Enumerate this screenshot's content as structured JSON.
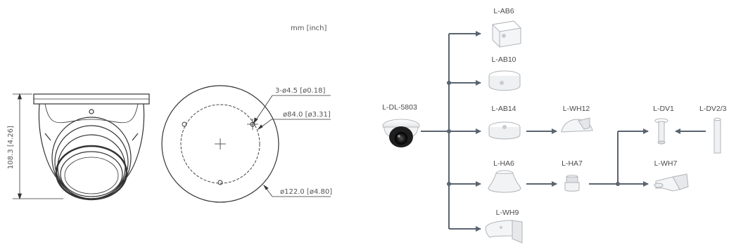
{
  "units_label": "mm [inch]",
  "dimensions": {
    "height": "108.3 [4.26]",
    "holes": "3-ø4.5 [ø0.18]",
    "bolt_circle": "ø84.0 [ø3.31]",
    "outer_diameter": "ø122.0 [ø4.80]"
  },
  "accessories": {
    "camera": "L-DL-5803",
    "ab6": "L-AB6",
    "ab10": "L-AB10",
    "ab14": "L-AB14",
    "wh12": "L-WH12",
    "dv1": "L-DV1",
    "dv2": "L-DV2/3",
    "ha6": "L-HA6",
    "ha7": "L-HA7",
    "wh7": "L-WH7",
    "wh9": "L-WH9"
  },
  "colors": {
    "line": "#5a6470",
    "drawing": "#333333"
  }
}
